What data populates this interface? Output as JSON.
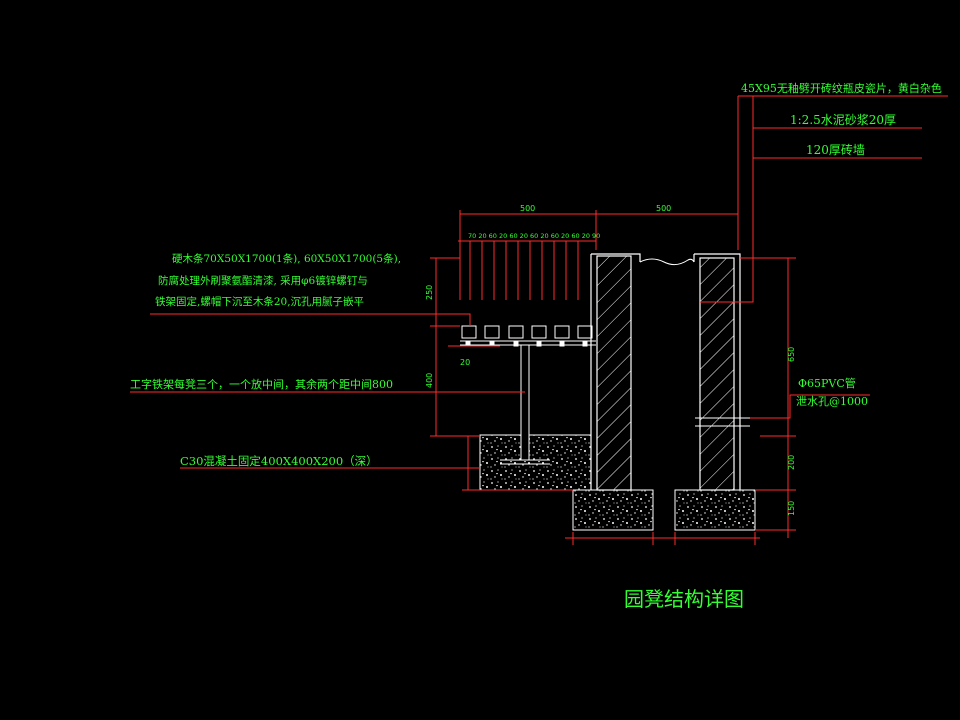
{
  "drawing": {
    "title": "园凳结构详图",
    "colors": {
      "background": "#000000",
      "text": "#33ff33",
      "leader": "#ff2a2a",
      "outline": "#ffffff",
      "hatch": "#ffffff"
    }
  },
  "wall_notes": {
    "finish": "45X95无釉劈开砖纹瓶皮瓷片，黄白杂色",
    "mortar": "1:2.5水泥砂浆20厚",
    "wall": "120厚砖墙"
  },
  "seat_note": {
    "line1": "硬木条70X50X1700(1条), 60X50X1700(5条),",
    "line2": "防腐处理外刷聚氨酯清漆, 采用φ6镀锌螺钉与",
    "line3": "铁架固定,螺帽下沉至木条20,沉孔用腻子嵌平"
  },
  "frame_note": "工字铁架每凳三个，一个放中间，其余两个距中间800",
  "footing_note": "C30混凝土固定400X400X200（深）",
  "pipe_note": {
    "line1": "Φ65PVC管",
    "line2": "泄水孔@1000"
  },
  "dimensions": {
    "top_left": "500",
    "top_right": "500",
    "slats": "70 20 60 20 60 20 60 20 60 20 60 20  90",
    "gap": "20",
    "left_upper": "250",
    "left_lower": "400",
    "right_upper": "650",
    "right_middle": "200",
    "right_lower": "150"
  }
}
